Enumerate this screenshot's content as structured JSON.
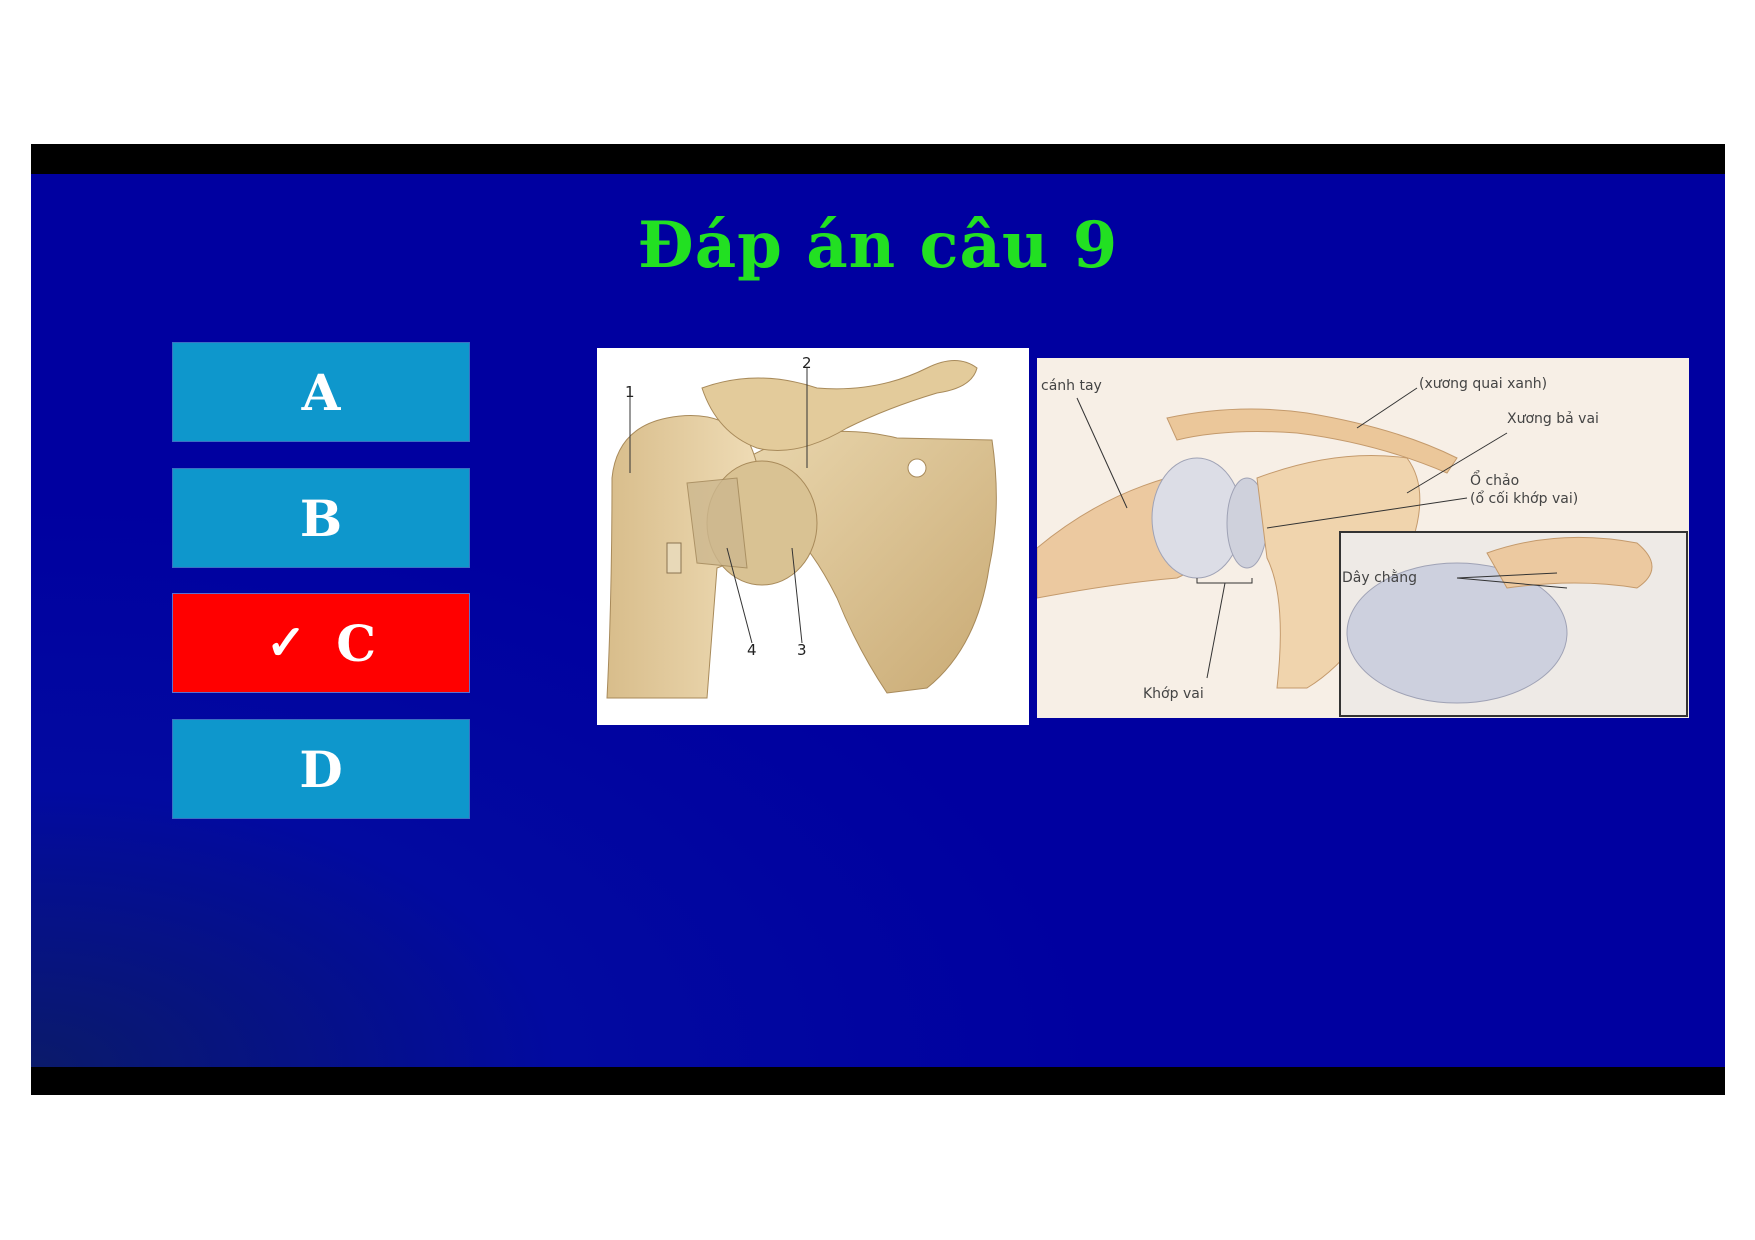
{
  "slide": {
    "title": "Đáp án câu 9",
    "options": [
      {
        "label": "A",
        "correct": false
      },
      {
        "label": "B",
        "correct": false
      },
      {
        "label": "C",
        "correct": true
      },
      {
        "label": "D",
        "correct": false
      }
    ],
    "check_mark": "✓",
    "colors": {
      "background": "#0000a0",
      "title": "#22e022",
      "option": "#0e97cc",
      "correct": "#ff0000"
    }
  },
  "figure1": {
    "labels": [
      "1",
      "2",
      "3",
      "4"
    ]
  },
  "figure2": {
    "labels": {
      "canh_tay": "cánh tay",
      "xuong_quai_xanh": "(xương quai xanh)",
      "xuong_ba_vai": "Xương bả vai",
      "o_chao": "Ổ chảo",
      "o_coi": "(ổ cối khớp vai)",
      "day_chang": "Dây chằng",
      "khop_vai": "Khớp vai"
    }
  }
}
